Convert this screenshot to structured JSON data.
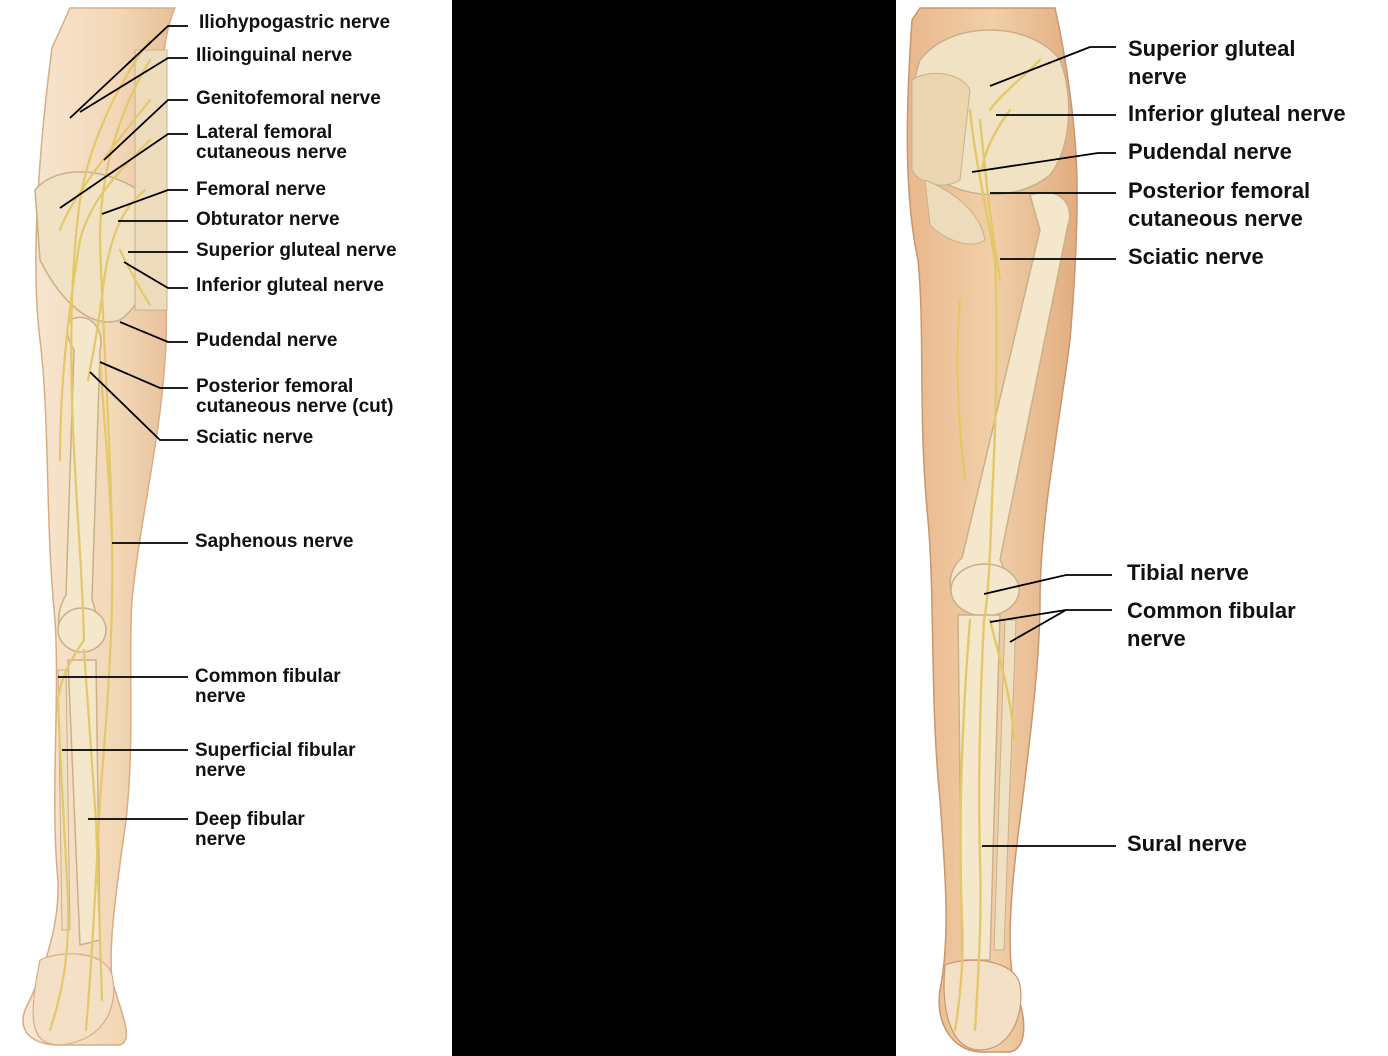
{
  "anterior_view": {
    "labels": [
      {
        "id": "iliohypogastric",
        "lines": [
          "Iliohypogastric nerve"
        ]
      },
      {
        "id": "ilioinguinal",
        "lines": [
          "Ilioinguinal nerve"
        ]
      },
      {
        "id": "genitofemoral",
        "lines": [
          "Genitofemoral nerve"
        ]
      },
      {
        "id": "lateral-femoral-cutaneous",
        "lines": [
          "Lateral femoral",
          "cutaneous nerve"
        ]
      },
      {
        "id": "femoral",
        "lines": [
          "Femoral nerve"
        ]
      },
      {
        "id": "obturator",
        "lines": [
          "Obturator nerve"
        ]
      },
      {
        "id": "superior-gluteal",
        "lines": [
          "Superior gluteal nerve"
        ]
      },
      {
        "id": "inferior-gluteal",
        "lines": [
          "Inferior gluteal nerve"
        ]
      },
      {
        "id": "pudendal",
        "lines": [
          "Pudendal nerve"
        ]
      },
      {
        "id": "posterior-femoral-cutaneous",
        "lines": [
          "Posterior femoral",
          "cutaneous nerve (cut)"
        ]
      },
      {
        "id": "sciatic",
        "lines": [
          "Sciatic nerve"
        ]
      },
      {
        "id": "saphenous",
        "lines": [
          "Saphenous nerve"
        ]
      },
      {
        "id": "common-fibular",
        "lines": [
          "Common fibular",
          "nerve"
        ]
      },
      {
        "id": "superficial-fibular",
        "lines": [
          "Superficial fibular",
          "nerve"
        ]
      },
      {
        "id": "deep-fibular",
        "lines": [
          "Deep fibular",
          "nerve"
        ]
      }
    ]
  },
  "posterior_view": {
    "labels": [
      {
        "id": "superior-gluteal",
        "lines": [
          "Superior gluteal",
          "nerve"
        ]
      },
      {
        "id": "inferior-gluteal",
        "lines": [
          "Inferior gluteal nerve"
        ]
      },
      {
        "id": "pudendal",
        "lines": [
          "Pudendal nerve"
        ]
      },
      {
        "id": "posterior-femoral-cutaneous",
        "lines": [
          "Posterior femoral",
          "cutaneous nerve"
        ]
      },
      {
        "id": "sciatic",
        "lines": [
          "Sciatic nerve"
        ]
      },
      {
        "id": "tibial",
        "lines": [
          "Tibial nerve"
        ]
      },
      {
        "id": "common-fibular",
        "lines": [
          "Common fibular",
          "nerve"
        ]
      },
      {
        "id": "sural",
        "lines": [
          "Sural nerve"
        ]
      }
    ]
  },
  "colors": {
    "skin": "#f3d8b8",
    "skin_shadow": "#e2b58c",
    "bone": "#f4e7cc",
    "bone_edge": "#c9b089",
    "nerve": "#f0dc8a",
    "nerve_edge": "#b89a45",
    "leader": "#000000",
    "panel": "#000000"
  }
}
